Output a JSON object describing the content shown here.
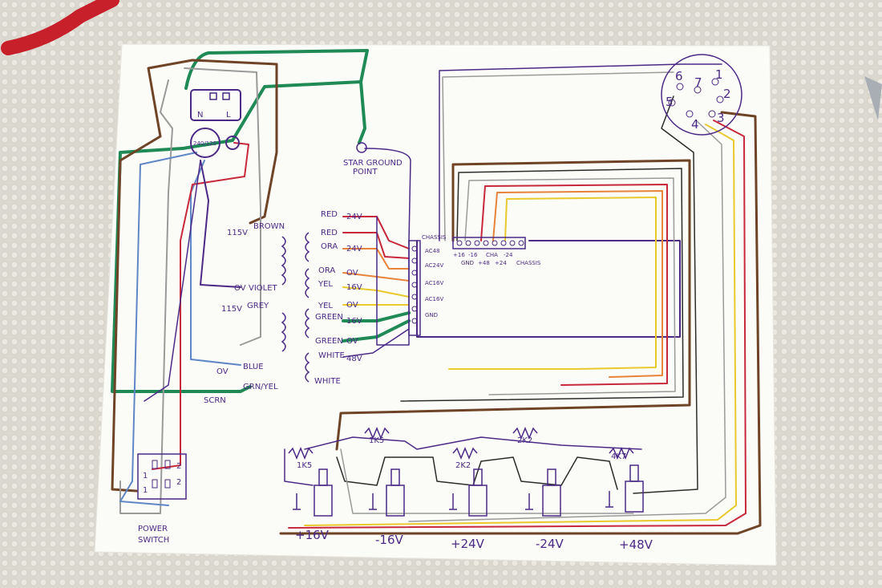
{
  "colors": {
    "paper": "#fbfbf8",
    "violet": "#4b2a86",
    "green": "#1f8a55",
    "brown": "#6e4326",
    "grey": "#9a9a9a",
    "red": "#c8283c",
    "orange": "#e8833a",
    "yellow": "#e9c92c",
    "blue": "#5f87c6",
    "black": "#2c2c2c"
  },
  "labels": {
    "star_ground_1": "STAR GROUND",
    "star_ground_2": "POINT",
    "power_switch_1": "POWER",
    "power_switch_2": "SWITCH",
    "iec_n": "N",
    "iec_l": "L",
    "voltage_selector": "240/120",
    "scrn": "SCRN"
  },
  "xlr": {
    "pins": [
      "6",
      "7",
      "1",
      "5",
      "2",
      "4",
      "3"
    ]
  },
  "primary": {
    "v115_a": "115V",
    "brown": "BROWN",
    "ov_violet": "OV",
    "violet": "VIOLET",
    "v115_b": "115V",
    "grey": "GREY",
    "ov_blue": "OV",
    "blue": "BLUE",
    "grn_yel": "GRN/YEL"
  },
  "secondary": [
    {
      "wire": "RED",
      "tap": "24V"
    },
    {
      "wire": "RED",
      "tap": ""
    },
    {
      "wire": "ORA",
      "tap": "24V"
    },
    {
      "wire": "ORA",
      "tap": "OV"
    },
    {
      "wire": "YEL",
      "tap": "16V"
    },
    {
      "wire": "YEL",
      "tap": "OV"
    },
    {
      "wire": "GREEN",
      "tap": "16V"
    },
    {
      "wire": "GREEN",
      "tap": "OV"
    },
    {
      "wire": "WHITE",
      "tap": "48V"
    },
    {
      "wire": "WHITE",
      "tap": ""
    }
  ],
  "terminal_block_left": [
    "CHASSIS",
    "AC48",
    "AC24V",
    "AC16V",
    "AC16V",
    "GND"
  ],
  "terminal_block_top": [
    "+16",
    "-16",
    "GND",
    "+48",
    "CHA",
    "+24",
    "-24",
    "CHASSIS"
  ],
  "resistors": [
    "1K5",
    "1K5",
    "2K2",
    "2K2",
    "4K7"
  ],
  "outputs": [
    "+16V",
    "-16V",
    "+24V",
    "-24V",
    "+48V"
  ],
  "switch_pins": [
    "1",
    "2",
    "1",
    "2"
  ]
}
